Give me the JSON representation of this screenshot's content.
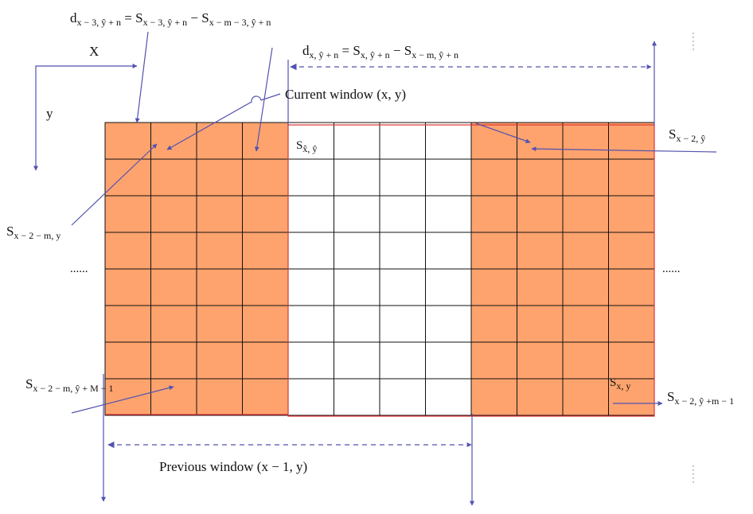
{
  "labels": {
    "d_top": {
      "base": "d",
      "sub": "x − 3, ŷ + n",
      "eq": " = ",
      "s1_base": "S",
      "s1_sub": "x − 3, ŷ + n",
      "minus": " − ",
      "s2_base": "S",
      "s2_sub": "x − m − 3, ŷ + n"
    },
    "d_mid": {
      "base": "d",
      "sub": "x, ŷ + n",
      "eq": " = ",
      "s1_base": "S",
      "s1_sub": "x, ŷ + n",
      "minus": " − ",
      "s2_base": "S",
      "s2_sub": "x − m, ŷ + n"
    },
    "axis_x": "X",
    "axis_y": "y",
    "current_window": "Current window (x, y)",
    "previous_window": "Previous window (x − 1, y)",
    "s_hat": {
      "base": "S",
      "sub": "x̂, ŷ"
    },
    "s_x2": {
      "base": "S",
      "sub": "x − 2, ŷ"
    },
    "s_left": {
      "base": "S",
      "sub": "x − 2 − m, y"
    },
    "s_bottom_left": {
      "base": "S",
      "sub": "x − 2 − m, ŷ + M − 1"
    },
    "s_xy": {
      "base": "S",
      "sub": "x, y"
    },
    "s_bottom_right": {
      "base": "S",
      "sub": "x − 2, ŷ +m − 1"
    },
    "ellipsis_left": "......",
    "ellipsis_right": "......"
  },
  "grid": {
    "cols": 12,
    "rows": 8,
    "orange_cols": [
      0,
      1,
      2,
      3,
      8,
      9,
      10,
      11
    ]
  },
  "colors": {
    "orange": "#FFA36E",
    "grid_line": "#111111",
    "arrow": "#5252B0",
    "window": "#DD3333"
  }
}
